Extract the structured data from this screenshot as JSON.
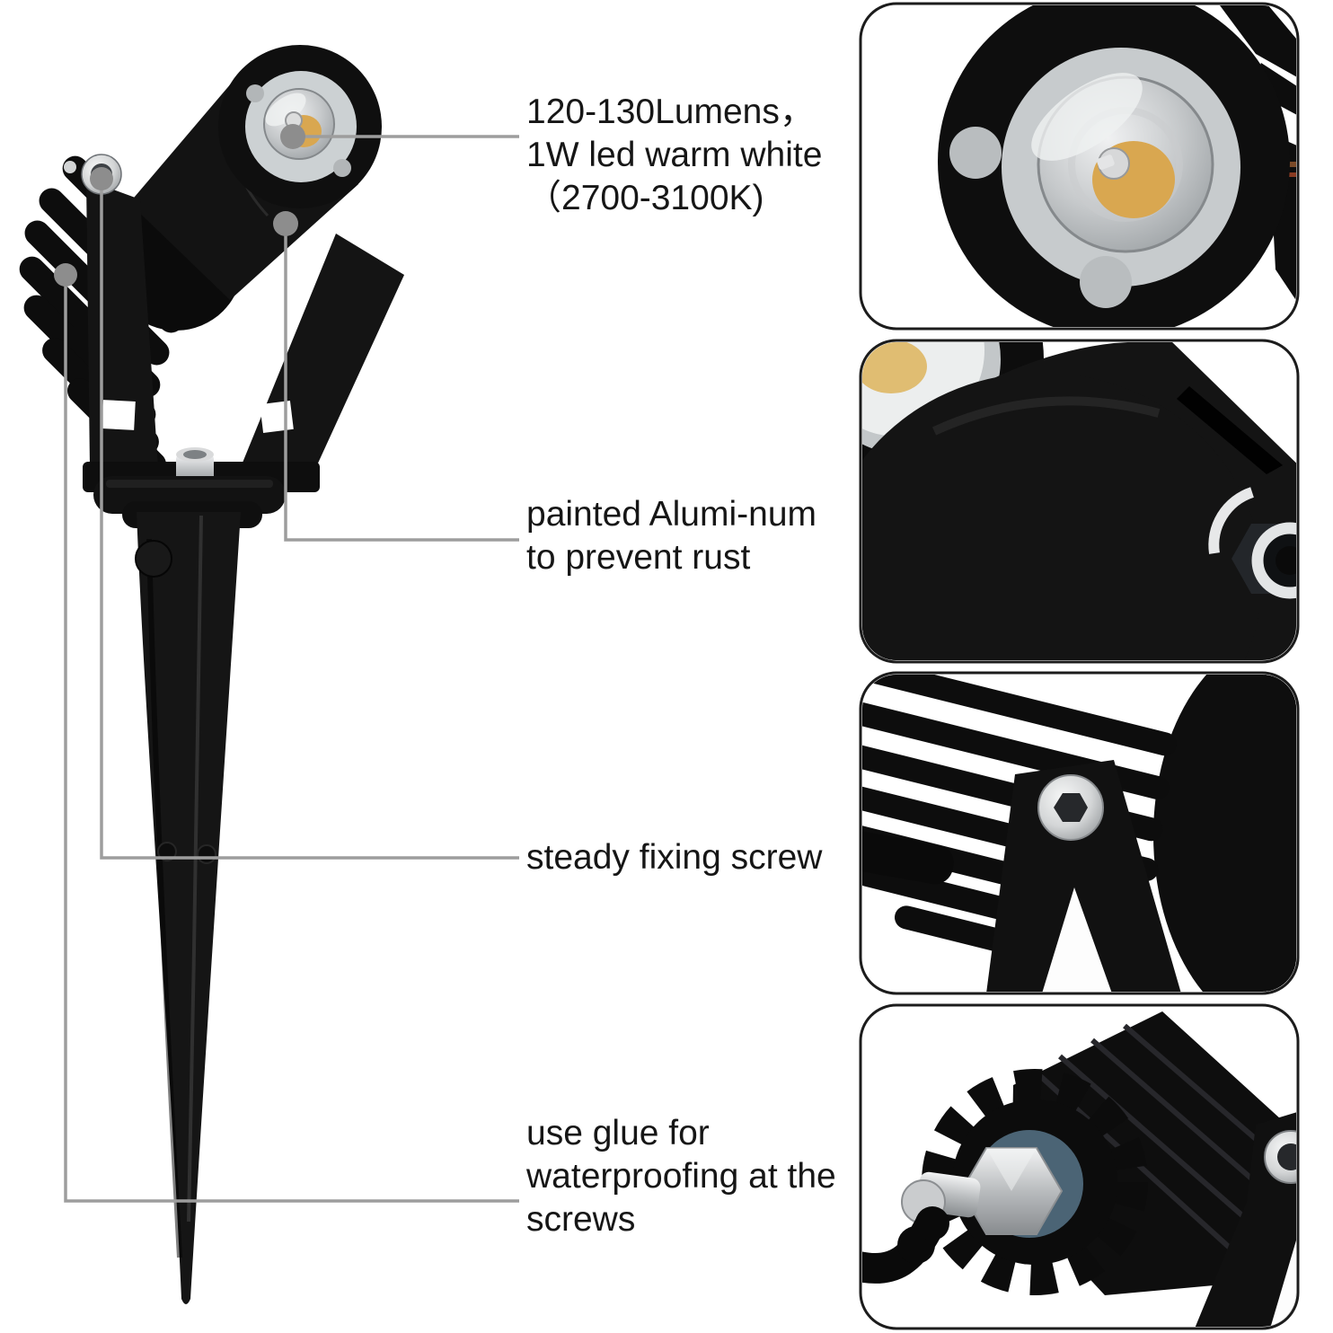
{
  "callouts": [
    {
      "id": "lumens",
      "label": "120-130Lumens，\n1W led warm white\n（2700-3100K)"
    },
    {
      "id": "painted",
      "label": "painted Alumi-num\nto prevent rust"
    },
    {
      "id": "screw",
      "label": "steady fixing screw"
    },
    {
      "id": "glue",
      "label": "use glue for\nwaterproofing at the\nscrews"
    }
  ],
  "colors": {
    "background": "#ffffff",
    "leader_line": "#9d9d9d",
    "callout_dot": "#8d8d8d",
    "text": "#161616",
    "product_black": "#131313",
    "panel_border": "#1c1c1c",
    "diffuser_gray": "#c7cbcd",
    "led_warm_yellow": "#d9a750",
    "chrome_silver": "#d4d6d7",
    "oring_blue_gray": "#4b6475",
    "wire_brown": "#7b4a28"
  }
}
